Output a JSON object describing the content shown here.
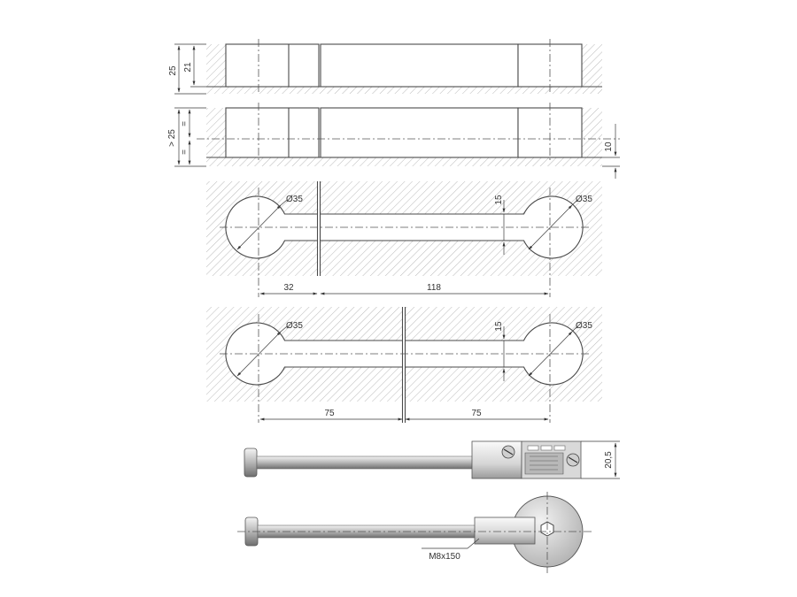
{
  "dimensions": {
    "height_25": "25",
    "height_21": "21",
    "min_25": "> 25",
    "eq_top": "=",
    "eq_bottom": "=",
    "depth_10": "10",
    "dia_a_left": "Ø35",
    "dia_a_right": "Ø35",
    "slot_a": "15",
    "span_32": "32",
    "span_118": "118",
    "dia_b_left": "Ø35",
    "dia_b_right": "Ø35",
    "slot_b": "15",
    "span_75_left": "75",
    "span_75_right": "75",
    "height_20_5": "20,5",
    "bolt_spec": "M8x150"
  },
  "colors": {
    "line": "#4a4a4a",
    "hatch": "#9a9a9a",
    "metal_light": "#e6e6e6",
    "metal_dark": "#8c8c8c"
  }
}
